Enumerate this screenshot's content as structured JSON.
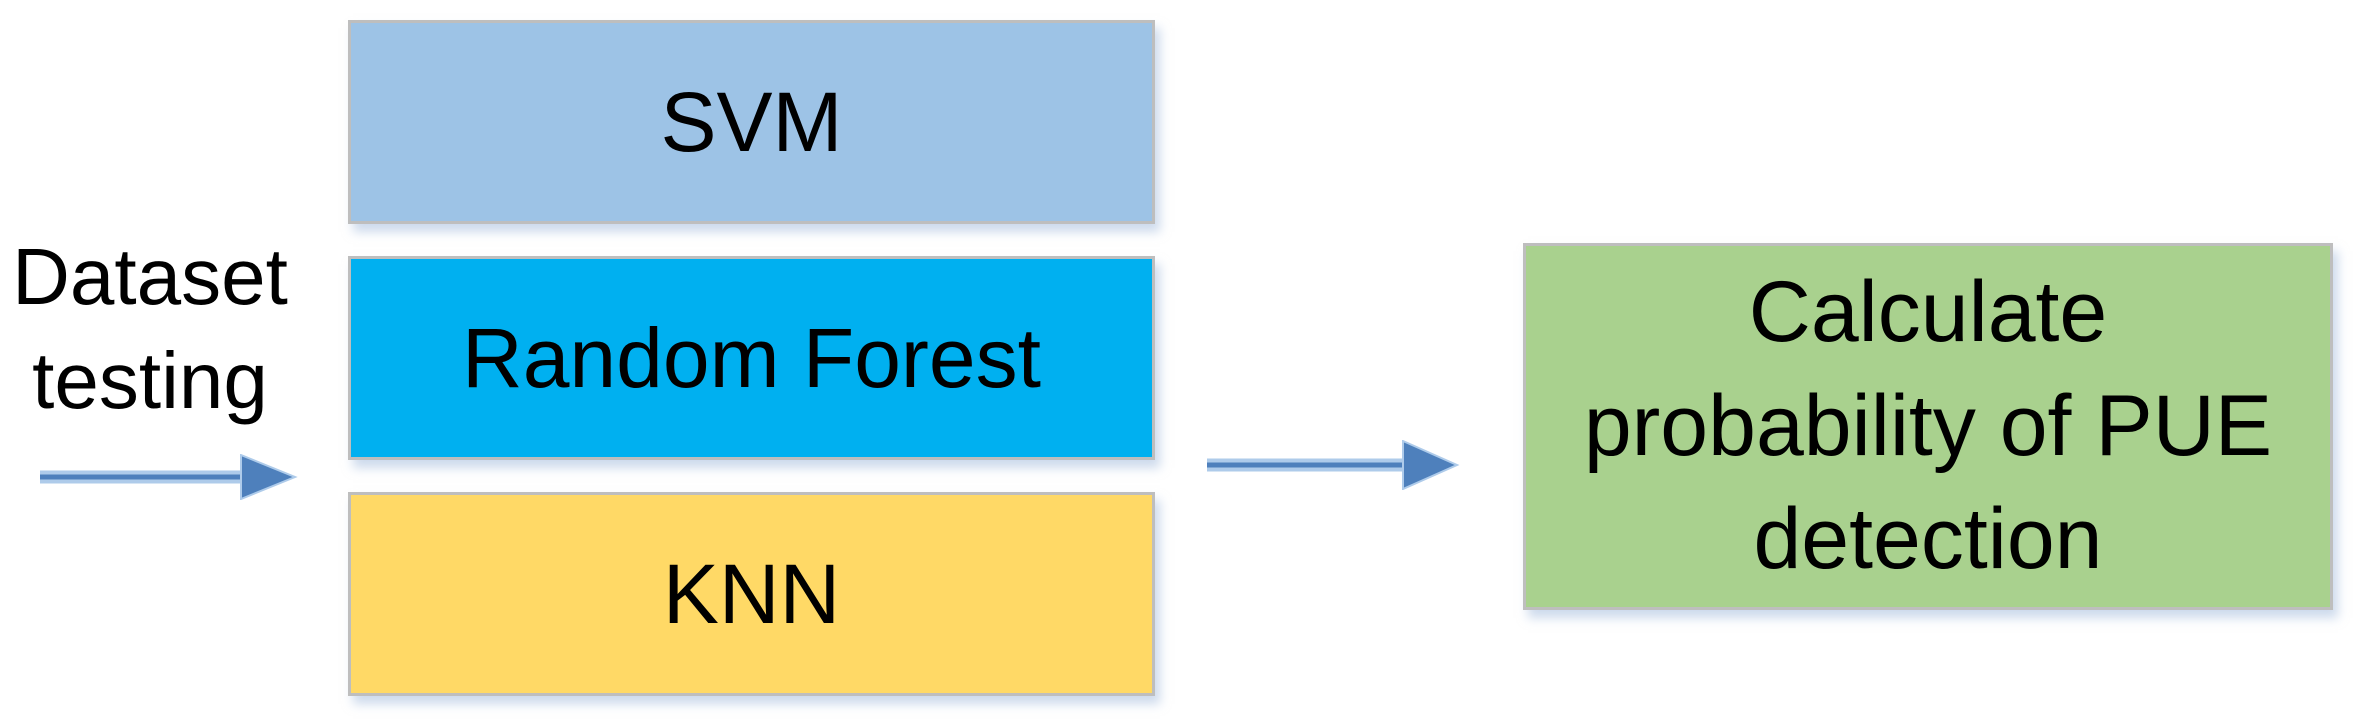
{
  "figure": {
    "type": "flow-diagram",
    "description": "Dataset testing fed into three classifiers, output is PUE detection probability"
  },
  "input_label": {
    "lines": [
      "Dataset",
      "testing"
    ]
  },
  "classifiers": [
    {
      "label": "SVM",
      "fill": "#9DC3E6"
    },
    {
      "label": "Random Forest",
      "fill": "#00B0F0"
    },
    {
      "label": "KNN",
      "fill": "#FFD966"
    }
  ],
  "output_box": {
    "label": "Calculate probability of PUE detection",
    "lines": [
      "Calculate",
      "probability of PUE",
      "detection"
    ],
    "fill": "#A9D18E"
  },
  "colors": {
    "box_border": "#BEBEBE",
    "arrow_core": "#4E80BC",
    "arrow_halo": "#AECBEA",
    "text": "#000000",
    "box_shadow": "#A4BCDC",
    "background": "#FFFFFF"
  }
}
